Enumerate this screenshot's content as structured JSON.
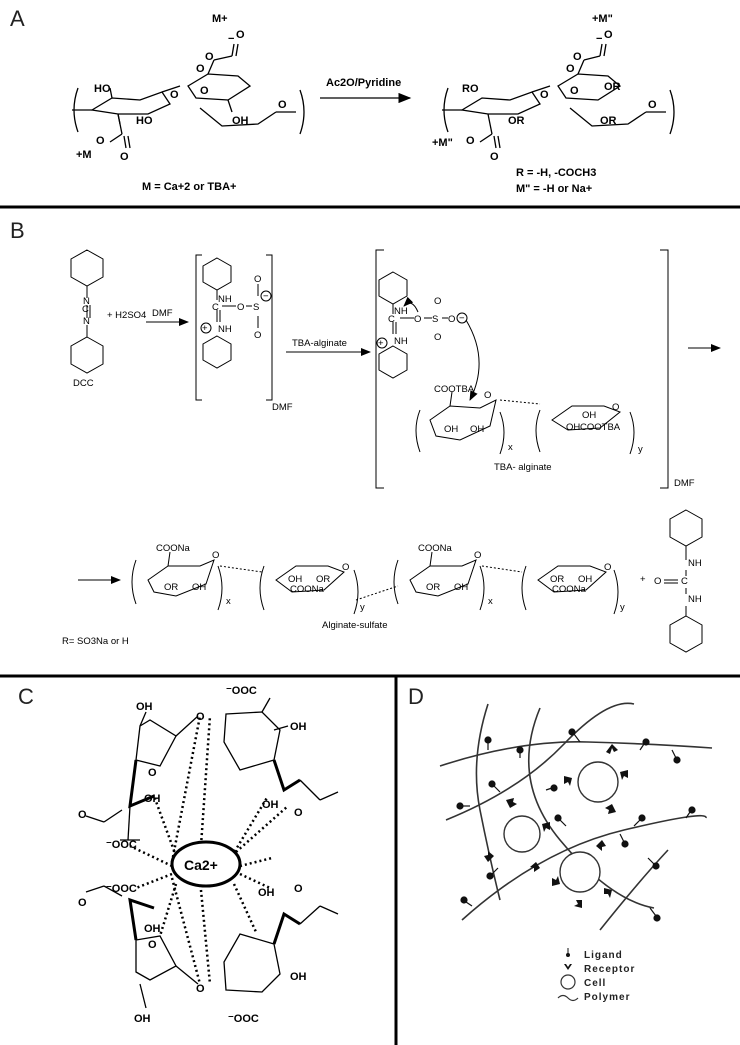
{
  "panels": {
    "a": {
      "label": "A",
      "reagent": "Ac2O/Pyridine",
      "counter_ion_left": "M+",
      "counter_ion_left2": "+M",
      "m_definition": "M = Ca+2 or TBA+",
      "counter_ion_right": "+M\"",
      "counter_ion_right2": "+M\"",
      "r_definition": "R = -H, -COCH3",
      "m2_definition": "M\" = -H or Na+"
    },
    "b": {
      "label": "B",
      "dcc": "DCC",
      "h2so4": "+ H2SO4",
      "dmf": "DMF",
      "dmf_sub1": "DMF",
      "tba_alginate_arrow": "TBA-alginate",
      "tba_alginate_caption": "TBA- alginate",
      "dmf_sub2": "DMF",
      "cootba": "COOTBA",
      "coona": "COONa",
      "alginate_sulfate": "Alginate-sulfate",
      "r_definition": "R= SO3Na or H",
      "x": "x",
      "y": "y"
    },
    "c": {
      "label": "C",
      "ion": "Ca2+"
    },
    "d": {
      "label": "D",
      "legend": [
        "Ligand",
        "Receptor",
        "Cell",
        "Polymer"
      ]
    }
  }
}
